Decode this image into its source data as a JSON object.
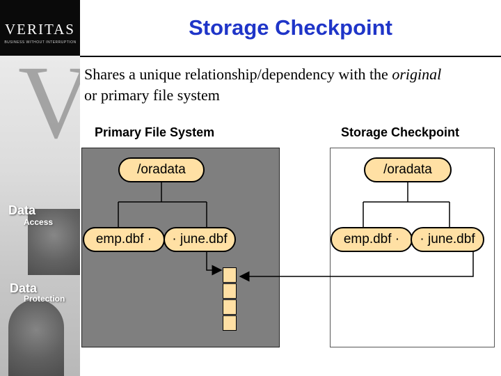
{
  "sidebar": {
    "logo": "VERITAS",
    "tagline": "BUSINESS WITHOUT INTERRUPTION",
    "section1_word": "Data",
    "section1_sub": "Access",
    "section2_word": "Data",
    "section2_sub": "Protection"
  },
  "slide": {
    "title": "Storage Checkpoint",
    "desc_part1": "Shares a unique relationship/dependency with the ",
    "desc_italic": "original",
    "desc_part2": "or primary file system"
  },
  "primary": {
    "heading": "Primary File System",
    "root": "/oradata",
    "file1": "emp.dbf",
    "file2": "june.dbf"
  },
  "checkpoint": {
    "heading": "Storage Checkpoint",
    "root": "/oradata",
    "file1": "emp.dbf",
    "file2": "june.dbf"
  },
  "colors": {
    "title": "#1f35c8",
    "pill": "#ffe0a4",
    "panel": "#7f7f7f"
  }
}
